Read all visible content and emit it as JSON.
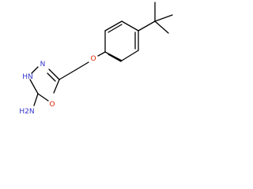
{
  "molecule": {
    "atom_labels": {
      "n_ring_top": "N",
      "n_ring_nh": "HN",
      "o_ring": "O",
      "o_ether": "O",
      "amine": "H2N"
    },
    "colors": {
      "bond": "#000000",
      "nitrogen": "#3333cc",
      "oxygen": "#dd2200",
      "background": "#ffffff"
    }
  }
}
